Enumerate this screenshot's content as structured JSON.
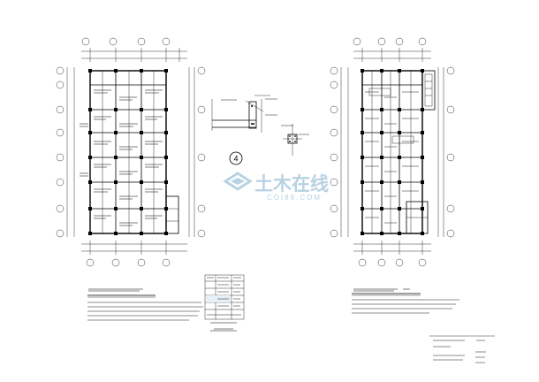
{
  "drawing": {
    "left_plan": {
      "column_count": 4,
      "row_count": 8
    },
    "right_plan": {
      "column_count": 4,
      "row_count": 8
    },
    "detail_marker": {
      "number": "4"
    },
    "watermark": {
      "text": "土木在线",
      "subtext": "COI88.COM",
      "color": "#9fc4d9"
    },
    "ink_color": "#000000",
    "highlight_color": "#e6f0f6"
  }
}
